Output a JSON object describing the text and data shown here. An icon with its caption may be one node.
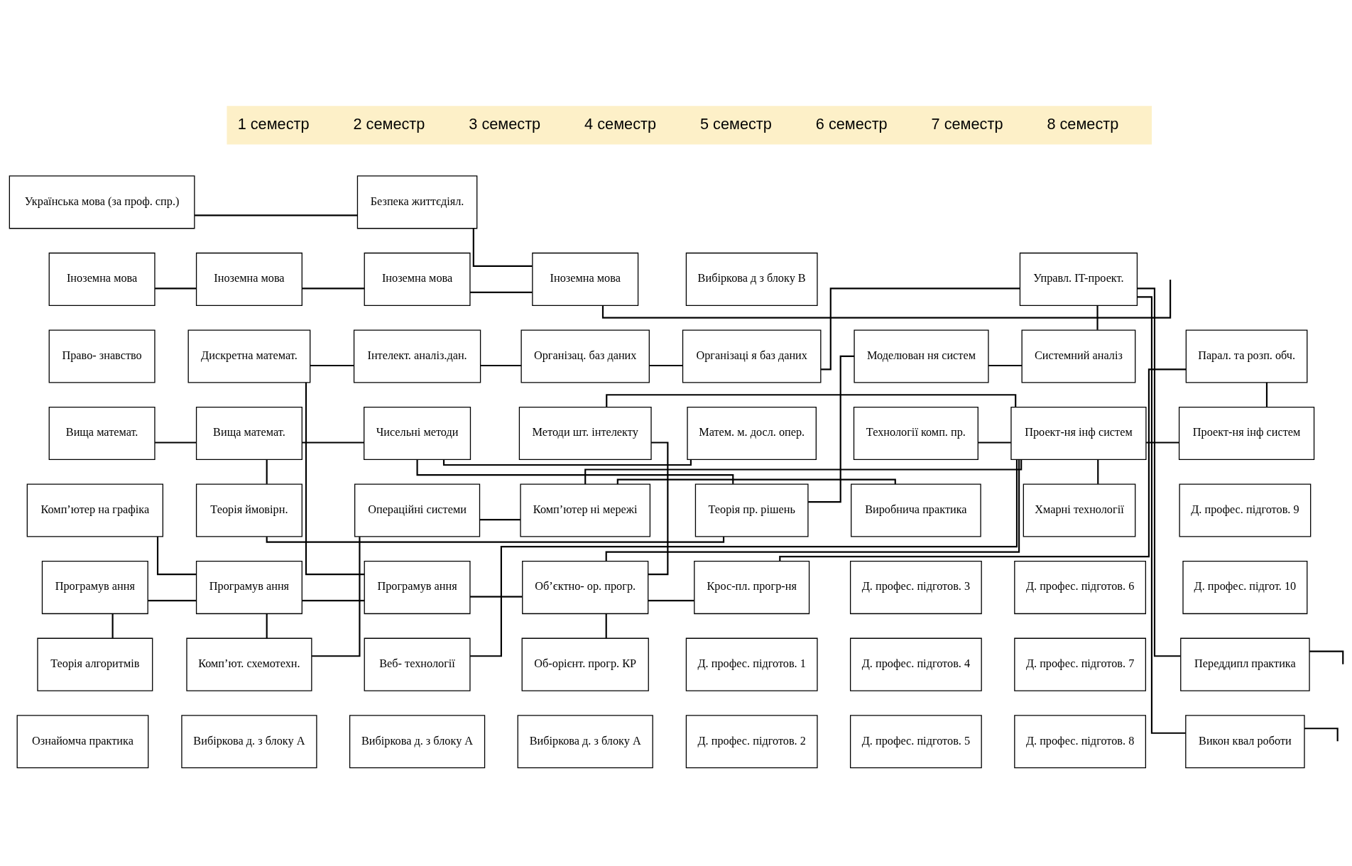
{
  "diagram": {
    "nodes": [
      {
        "text": [
          "1 семестр",
          "2 семестр",
          "3 семестр",
          "4 семестр",
          "5 семестр",
          "6 семестр",
          "7 семестр",
          "8 семестр"
        ]
      },
      {
        "text": [
          "Українська мова (за проф. спр.)"
        ]
      },
      {
        "text": [
          "Безпека життєдіял."
        ]
      },
      {
        "text": [
          "Іноземна мова"
        ]
      },
      {
        "text": [
          "Іноземна мова"
        ]
      },
      {
        "text": [
          "Іноземна мова"
        ]
      },
      {
        "text": [
          "Іноземна мова"
        ]
      },
      {
        "text": [
          "Вибіркова д з блоку В"
        ]
      },
      {
        "text": [
          "Управл. IT-проект."
        ]
      },
      {
        "text": [
          "Право- знавство"
        ]
      },
      {
        "text": [
          "Дискретна математ."
        ]
      },
      {
        "text": [
          "Інтелект. аналіз.дан."
        ]
      },
      {
        "text": [
          "Організац. баз даних"
        ]
      },
      {
        "text": [
          "Організаці я баз даних"
        ]
      },
      {
        "text": [
          "Моделюван ня систем"
        ]
      },
      {
        "text": [
          "Системний аналіз"
        ]
      },
      {
        "text": [
          "Парал. та розп. обч."
        ]
      },
      {
        "text": [
          "Вища математ."
        ]
      },
      {
        "text": [
          "Вища математ."
        ]
      },
      {
        "text": [
          "Чисельні методи"
        ]
      },
      {
        "text": [
          "Методи шт. інтелекту"
        ]
      },
      {
        "text": [
          "Матем. м. досл. опер."
        ]
      },
      {
        "text": [
          "Технології комп. пр."
        ]
      },
      {
        "text": [
          "Проект-ня інф систем"
        ]
      },
      {
        "text": [
          "Проект-ня інф систем"
        ]
      },
      {
        "text": [
          "Комп’ютер на графіка"
        ]
      },
      {
        "text": [
          "Теорія ймовірн."
        ]
      },
      {
        "text": [
          "Операційні системи"
        ]
      },
      {
        "text": [
          "Комп’ютер ні мережі"
        ]
      },
      {
        "text": [
          "Теорія пр. рішень"
        ]
      },
      {
        "text": [
          "Виробнича практика"
        ]
      },
      {
        "text": [
          "Хмарні технології"
        ]
      },
      {
        "text": [
          "Д. профес. підготов. 9"
        ]
      },
      {
        "text": [
          "Програмув ання"
        ]
      },
      {
        "text": [
          "Програмув ання"
        ]
      },
      {
        "text": [
          "Програмув ання"
        ]
      },
      {
        "text": [
          "Об’єктно- ор. прогр."
        ]
      },
      {
        "text": [
          "Крос-пл. прогр-ня"
        ]
      },
      {
        "text": [
          "Д. профес. підготов. 3"
        ]
      },
      {
        "text": [
          "Д. профес. підготов. 6"
        ]
      },
      {
        "text": [
          "Д. профес. підгот. 10"
        ]
      },
      {
        "text": [
          "Теорія алгоритмів"
        ]
      },
      {
        "text": [
          "Комп’ют. схемотехн."
        ]
      },
      {
        "text": [
          "Веб- технології"
        ]
      },
      {
        "text": [
          "Об-орієнт. прогр. КР"
        ]
      },
      {
        "text": [
          "Д. профес. підготов. 1"
        ]
      },
      {
        "text": [
          "Д. профес. підготов. 4"
        ]
      },
      {
        "text": [
          "Д. профес. підготов. 7"
        ]
      },
      {
        "text": [
          "Переддипл практика"
        ]
      },
      {
        "text": [
          "Ознайомча практика"
        ]
      },
      {
        "text": [
          "Вибіркова д. з блоку А"
        ]
      },
      {
        "text": [
          "Вибіркова д. з блоку А"
        ]
      },
      {
        "text": [
          "Вибіркова д. з блоку А"
        ]
      },
      {
        "text": [
          "Д. профес. підготов. 2"
        ]
      },
      {
        "text": [
          "Д. профес. підготов. 5"
        ]
      },
      {
        "text": [
          "Д. профес. підготов. 8"
        ]
      },
      {
        "text": [
          "Викон квал роботи"
        ]
      }
    ],
    "edges": [
      {
        "from": 1,
        "to": 2,
        "arrow": "none"
      },
      {
        "from": 2,
        "to": 6,
        "arrow": "none"
      },
      {
        "from": 6,
        "to": null,
        "arrow": "none"
      },
      {
        "from": 3,
        "to": 4,
        "arrow": "none"
      },
      {
        "from": 4,
        "to": 5,
        "arrow": "none"
      },
      {
        "from": 5,
        "to": 6,
        "arrow": "none"
      },
      {
        "from": 13,
        "to": 8,
        "arrow": "none"
      },
      {
        "from": 8,
        "to": 15,
        "arrow": "none"
      },
      {
        "from": 8,
        "to": 48,
        "arrow": "none"
      },
      {
        "from": 8,
        "to": 56,
        "arrow": "none"
      },
      {
        "from": 10,
        "to": 11,
        "arrow": "none"
      },
      {
        "from": 11,
        "to": 12,
        "arrow": "none"
      },
      {
        "from": 12,
        "to": 13,
        "arrow": "none"
      },
      {
        "from": 14,
        "to": 15,
        "arrow": "none"
      },
      {
        "from": 10,
        "to": 35,
        "arrow": "none"
      },
      {
        "from": 17,
        "to": 18,
        "arrow": "none"
      },
      {
        "from": 18,
        "to": 19,
        "arrow": "none"
      },
      {
        "from": 18,
        "to": 26,
        "arrow": "none"
      },
      {
        "from": 19,
        "to": 21,
        "arrow": "none"
      },
      {
        "from": 19,
        "to": 29,
        "arrow": "none"
      },
      {
        "from": 20,
        "to": 23,
        "arrow": "none"
      },
      {
        "from": 20,
        "to": 36,
        "arrow": "none"
      },
      {
        "from": 22,
        "to": 23,
        "arrow": "none"
      },
      {
        "from": 23,
        "to": 24,
        "arrow": "none"
      },
      {
        "from": 16,
        "to": 24,
        "arrow": "none"
      },
      {
        "from": 23,
        "to": 31,
        "arrow": "none"
      },
      {
        "from": 26,
        "to": 29,
        "arrow": "none"
      },
      {
        "from": 29,
        "to": 14,
        "arrow": "none"
      },
      {
        "from": 25,
        "to": 34,
        "arrow": "none"
      },
      {
        "from": 27,
        "to": 28,
        "arrow": "none"
      },
      {
        "from": 27,
        "to": 42,
        "arrow": "none"
      },
      {
        "from": 28,
        "to": 30,
        "arrow": "none"
      },
      {
        "from": 28,
        "to": 23,
        "arrow": "none"
      },
      {
        "from": 33,
        "to": 34,
        "arrow": "none"
      },
      {
        "from": 34,
        "to": 35,
        "arrow": "none"
      },
      {
        "from": 35,
        "to": 36,
        "arrow": "none"
      },
      {
        "from": 36,
        "to": 37,
        "arrow": "none"
      },
      {
        "from": 37,
        "to": 16,
        "arrow": "none"
      },
      {
        "from": 36,
        "to": 23,
        "arrow": "none"
      },
      {
        "from": 43,
        "to": 23,
        "arrow": "none"
      },
      {
        "from": 36,
        "to": 44,
        "arrow": "none"
      },
      {
        "from": 33,
        "to": 41,
        "arrow": "none"
      },
      {
        "from": 42,
        "to": 34,
        "arrow": "none"
      },
      {
        "from": 48,
        "to": null,
        "arrow": "none"
      },
      {
        "from": 56,
        "to": null,
        "arrow": "none"
      }
    ]
  }
}
